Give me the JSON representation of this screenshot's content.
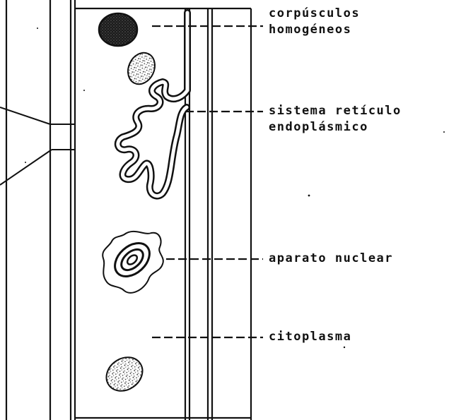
{
  "labels": {
    "corpusculos_line1": "corpúsculos",
    "corpusculos_line2": "homogéneos",
    "reticulo_line1": "sistema retículo",
    "reticulo_line2": "endoplásmico",
    "nuclear": "aparato nuclear",
    "citoplasma": "citoplasma"
  },
  "colors": {
    "ink": "#111111",
    "background": "#ffffff",
    "dense_body": "#1a1a1a"
  }
}
